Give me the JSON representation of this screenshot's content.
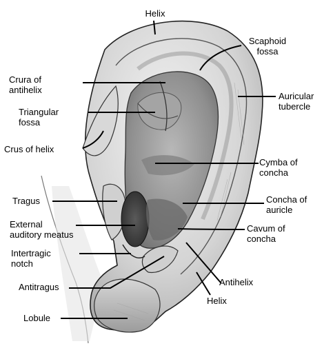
{
  "colors": {
    "ink": "#000000",
    "skin_light": "#e8e8e8",
    "skin_mid": "#c6c6c6",
    "skin_dark": "#8a8a8a",
    "skin_deep": "#4a4a4a"
  },
  "labels": {
    "helix_top": "Helix",
    "scaphoid_fossa": "Scaphoid\nfossa",
    "crura_of_antihelix": "Crura of\nantihelix",
    "auricular_tubercle": "Auricular\ntubercle",
    "triangular_fossa": "Triangular\nfossa",
    "crus_of_helix": "Crus of helix",
    "cymba_of_concha": "Cymba of\nconcha",
    "tragus": "Tragus",
    "concha_of_auricle": "Concha of\nauricle",
    "external_auditory_meatus": "External\nauditory meatus",
    "cavum_of_concha": "Cavum of\nconcha",
    "intertragic_notch": "Intertragic\nnotch",
    "antihelix": "Antihelix",
    "antitragus": "Antitragus",
    "helix_bottom": "Helix",
    "lobule": "Lobule"
  }
}
